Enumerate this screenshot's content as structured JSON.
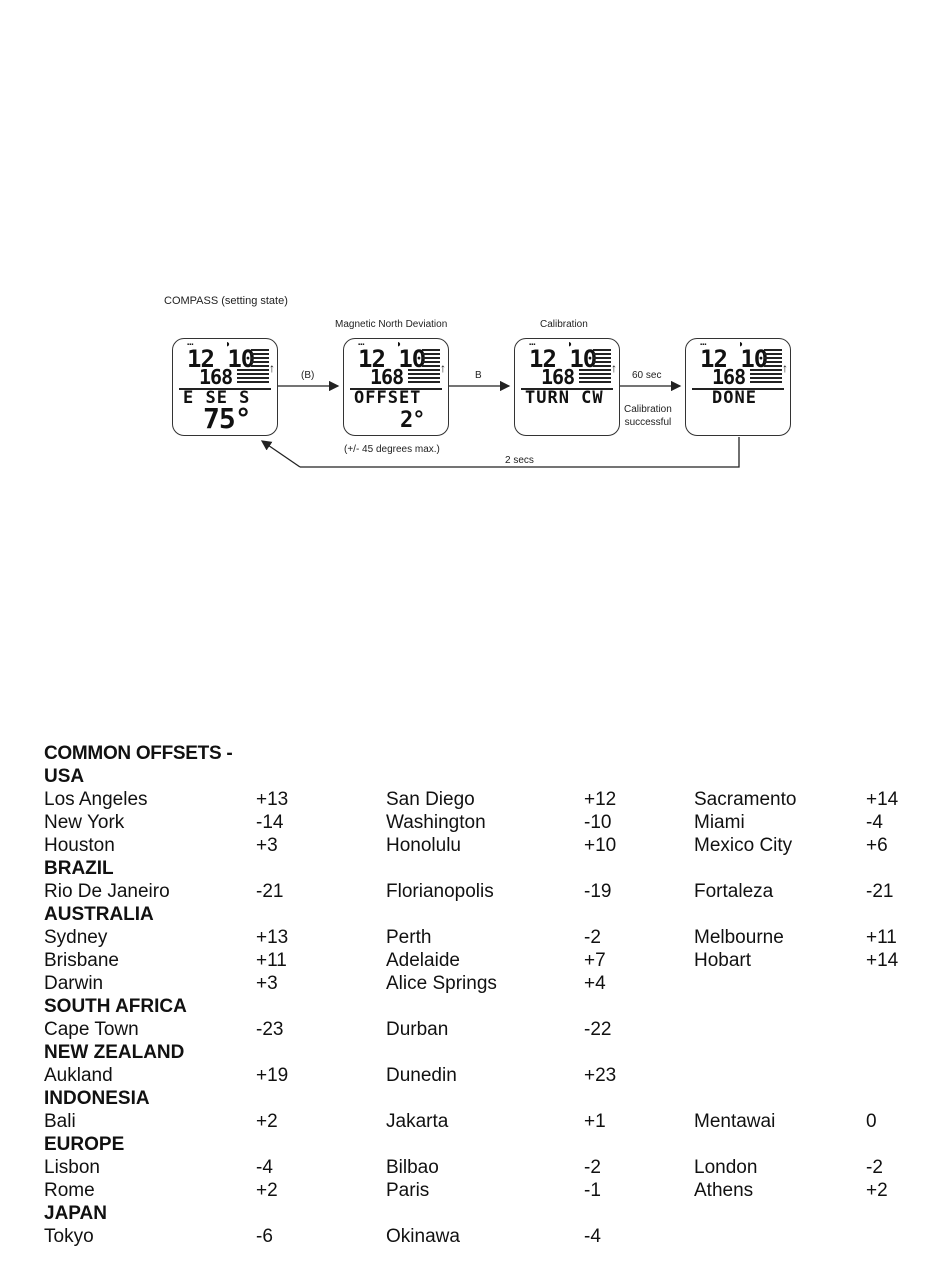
{
  "diagram": {
    "title": "COMPASS (setting state)",
    "screens": [
      {
        "caption": "",
        "time": "12 10",
        "alt": "168",
        "line1": "E SE S",
        "line2": "75°",
        "note": ""
      },
      {
        "caption": "Magnetic North Deviation",
        "time": "12 10",
        "alt": "168",
        "line1": "OFFSET",
        "line2": "2°",
        "note": "(+/- 45 degrees max.)"
      },
      {
        "caption": "Calibration",
        "time": "12 10",
        "alt": "168",
        "line1": "TURN CW",
        "line2": "",
        "note": ""
      },
      {
        "caption": "",
        "time": "12 10",
        "alt": "168",
        "line1": "DONE",
        "line2": "",
        "note": ""
      }
    ],
    "arrows": {
      "a1": "(B)",
      "a2": "B",
      "a3_top": "60 sec",
      "a3_bottom_1": "Calibration",
      "a3_bottom_2": "successful",
      "return": "2 secs"
    }
  },
  "offsets": {
    "heading_1": "COMMON OFFSETS -",
    "regions": [
      {
        "name": "USA",
        "rows": [
          [
            [
              "Los Angeles",
              "+13"
            ],
            [
              "San Diego",
              "+12"
            ],
            [
              "Sacramento",
              "+14"
            ]
          ],
          [
            [
              "New York",
              "-14"
            ],
            [
              "Washington",
              "-10"
            ],
            [
              "Miami",
              "-4"
            ]
          ],
          [
            [
              "Houston",
              "+3"
            ],
            [
              "Honolulu",
              "+10"
            ],
            [
              "Mexico City",
              "+6"
            ]
          ]
        ]
      },
      {
        "name": "BRAZIL",
        "rows": [
          [
            [
              "Rio De Janeiro",
              "-21"
            ],
            [
              "Florianopolis",
              "-19"
            ],
            [
              "Fortaleza",
              "-21"
            ]
          ]
        ]
      },
      {
        "name": "AUSTRALIA",
        "rows": [
          [
            [
              "Sydney",
              "+13"
            ],
            [
              "Perth",
              "-2"
            ],
            [
              "Melbourne",
              "+11"
            ]
          ],
          [
            [
              "Brisbane",
              "+11"
            ],
            [
              "Adelaide",
              "+7"
            ],
            [
              "Hobart",
              "+14"
            ]
          ],
          [
            [
              "Darwin",
              "+3"
            ],
            [
              "Alice Springs",
              "+4"
            ],
            [
              "",
              ""
            ]
          ]
        ]
      },
      {
        "name": "SOUTH AFRICA",
        "rows": [
          [
            [
              "Cape Town",
              "-23"
            ],
            [
              "Durban",
              "-22"
            ],
            [
              "",
              ""
            ]
          ]
        ]
      },
      {
        "name": "NEW ZEALAND",
        "rows": [
          [
            [
              "Aukland",
              "+19"
            ],
            [
              "Dunedin",
              "+23"
            ],
            [
              "",
              ""
            ]
          ]
        ]
      },
      {
        "name": "INDONESIA",
        "rows": [
          [
            [
              "Bali",
              "+2"
            ],
            [
              "Jakarta",
              "+1"
            ],
            [
              "Mentawai",
              "0"
            ]
          ]
        ]
      },
      {
        "name": "EUROPE",
        "rows": [
          [
            [
              "Lisbon",
              "-4"
            ],
            [
              "Bilbao",
              "-2"
            ],
            [
              "London",
              "-2"
            ]
          ],
          [
            [
              "Rome",
              "+2"
            ],
            [
              "Paris",
              "-1"
            ],
            [
              "Athens",
              "+2"
            ]
          ]
        ]
      },
      {
        "name": "JAPAN",
        "rows": [
          [
            [
              "Tokyo",
              "-6"
            ],
            [
              "Okinawa",
              "-4"
            ],
            [
              "",
              ""
            ]
          ]
        ]
      }
    ]
  }
}
